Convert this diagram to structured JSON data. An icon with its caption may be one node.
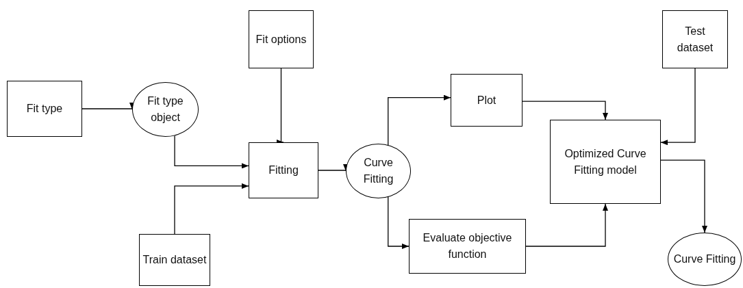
{
  "diagram": {
    "nodes": [
      {
        "text": [
          "Fit type"
        ]
      },
      {
        "text": [
          "Fit type object"
        ]
      },
      {
        "text": [
          "Fit options"
        ]
      },
      {
        "text": [
          "Fitting"
        ]
      },
      {
        "text": [
          "Train dataset"
        ]
      },
      {
        "text": [
          "Curve Fitting"
        ]
      },
      {
        "text": [
          "Plot"
        ]
      },
      {
        "text": [
          "Evaluate objective function"
        ]
      },
      {
        "text": [
          "Test dataset"
        ]
      },
      {
        "text": [
          "Optimized Curve Fitting model"
        ]
      },
      {
        "text": [
          "Curve Fitting"
        ]
      }
    ],
    "edges": [
      {
        "from": 0,
        "to": 1,
        "arrow": "to"
      },
      {
        "from": 1,
        "to": 3,
        "arrow": "to"
      },
      {
        "from": 2,
        "to": 3,
        "arrow": "to"
      },
      {
        "from": 4,
        "to": 3,
        "arrow": "to"
      },
      {
        "from": 3,
        "to": 5,
        "arrow": "to"
      },
      {
        "from": 5,
        "to": 6,
        "arrow": "to"
      },
      {
        "from": 5,
        "to": 7,
        "arrow": "to"
      },
      {
        "from": 6,
        "to": 9,
        "arrow": "to"
      },
      {
        "from": 7,
        "to": 9,
        "arrow": "to"
      },
      {
        "from": 8,
        "to": 9,
        "arrow": "to"
      },
      {
        "from": 9,
        "to": 10,
        "arrow": "to"
      }
    ]
  }
}
